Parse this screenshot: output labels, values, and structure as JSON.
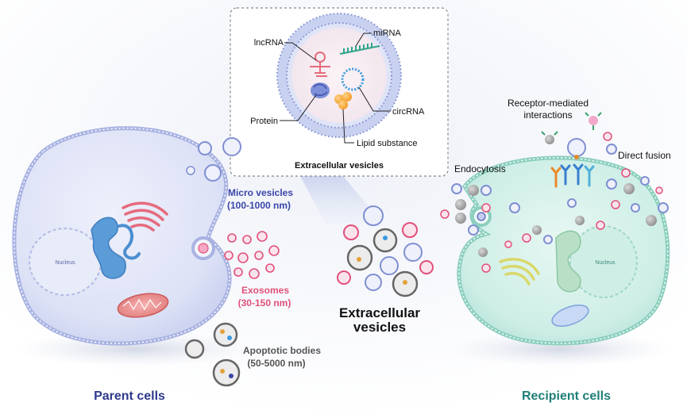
{
  "inset": {
    "title": "Extracellular vesicles",
    "labels": {
      "lncrna": "lncRNA",
      "mirna": "miRNA",
      "protein": "Protein",
      "circrna": "circRNA",
      "lipid": "Lipid substance"
    }
  },
  "parent": {
    "nucleus_label": "Nucleus",
    "caption": "Parent cells",
    "micro_vesicles": {
      "name": "Micro vesicles",
      "size": "(100-1000 nm)"
    },
    "exosomes": {
      "name": "Exosomes",
      "size": "(30-150 nm)"
    },
    "apoptotic_bodies": {
      "name": "Apoptotic bodies",
      "size": "(50-5000 nm)"
    }
  },
  "center": {
    "line1": "Extracellular",
    "line2": "vesicles"
  },
  "recipient": {
    "nucleus_label": "Nucleus",
    "caption": "Recipient cells",
    "endocytosis": "Endocytosis",
    "receptor_line1": "Receptor-mediated",
    "receptor_line2": "interactions",
    "direct_fusion": "Direct fusion"
  },
  "colors": {
    "micro": "#3a45a8",
    "exosome": "#e0507a",
    "apoptotic": "#555555",
    "parent_caption": "#2e3a8c",
    "recipient_caption": "#1f7f78"
  }
}
